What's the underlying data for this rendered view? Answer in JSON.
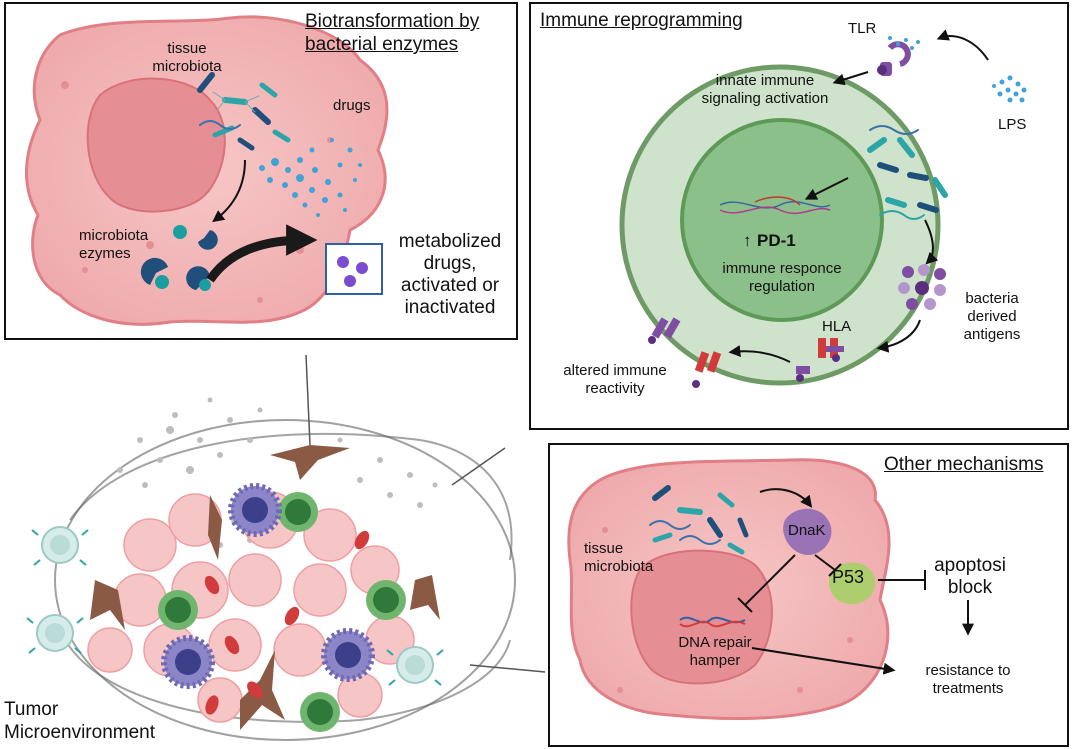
{
  "panel_biotransformation": {
    "title_line1": "Biotransformation by",
    "title_line2": "bacterial enzymes",
    "tissue_microbiota": [
      "tissue",
      "microbiota"
    ],
    "drugs": "drugs",
    "microbiota_enzymes": [
      "microbiota",
      "ezymes"
    ],
    "metabolized": [
      "metabolized",
      "drugs,",
      "activated or",
      "inactivated"
    ]
  },
  "panel_immune": {
    "title": "Immune reprogramming",
    "tlr": "TLR",
    "lps": "LPS",
    "innate": [
      "innate immune",
      "signaling activation"
    ],
    "pd1": "PD-1",
    "pd1_arrow": "↑",
    "immune_regulation": [
      "immune responce",
      "regulation"
    ],
    "bacteria_antigens": [
      "bacteria",
      "derived",
      "antigens"
    ],
    "hla": "HLA",
    "altered": [
      "altered immune",
      "reactivity"
    ]
  },
  "panel_other": {
    "title": "Other mechanisms",
    "tissue_microbiota": [
      "tissue",
      "microbiota"
    ],
    "dnak": "DnaK",
    "p53": "P53",
    "apoptosis": [
      "apoptosi",
      "block"
    ],
    "dna_repair": [
      "DNA repair",
      "hamper"
    ],
    "resistance": [
      "resistance to",
      "treatments"
    ]
  },
  "tme": {
    "label": [
      "Tumor",
      "Microenvironment"
    ]
  },
  "colors": {
    "cell_fill": "#f3b9b9",
    "cell_stroke": "#e07f86",
    "nucleus": "#e58f95",
    "immune_outer": "#cfe3cc",
    "immune_ring": "#6e9a66",
    "immune_nucleus": "#88bd86",
    "bacteria_teal": "#2ba5a8",
    "bacteria_navy": "#1f4f7a",
    "purple": "#7f4ea3",
    "red_receptor": "#d23b3b"
  }
}
